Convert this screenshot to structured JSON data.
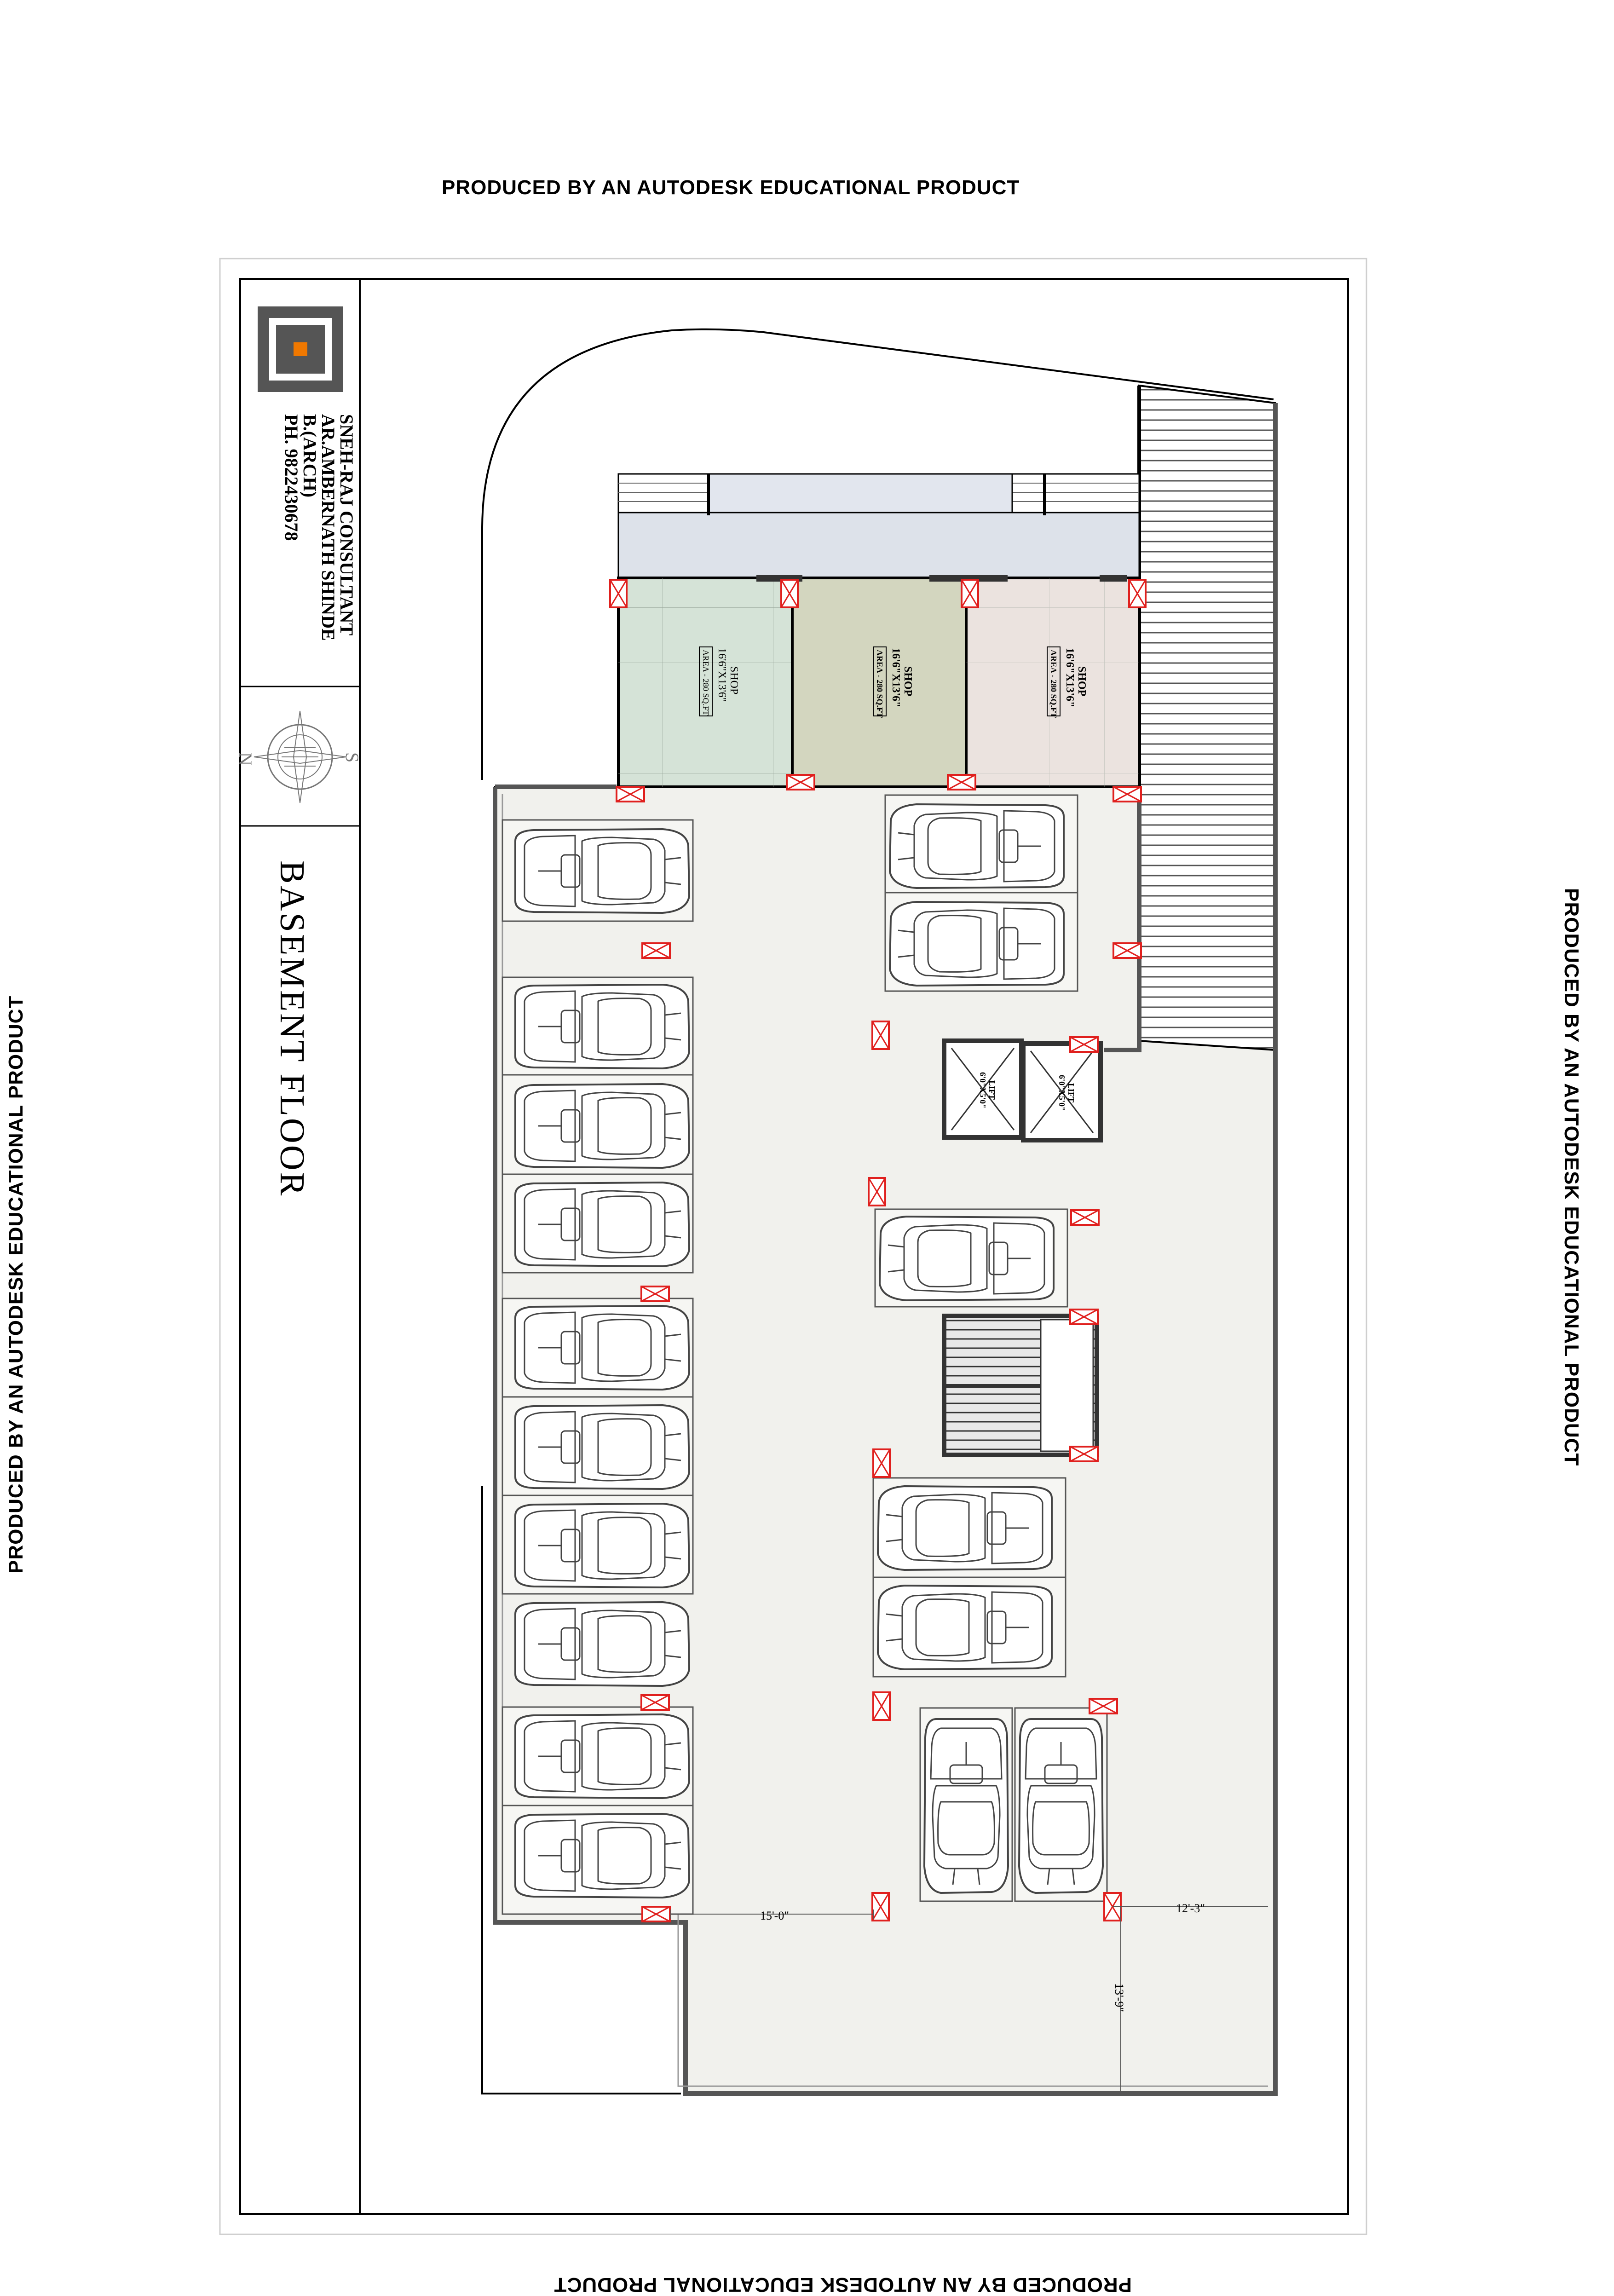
{
  "watermarks": {
    "top": "PRODUCED BY AN AUTODESK EDUCATIONAL PRODUCT",
    "bottom": "PRODUCED BY AN AUTODESK EDUCATIONAL PRODUCT",
    "left": "PRODUCED BY AN AUTODESK EDUCATIONAL PRODUCT",
    "right": "PRODUCED BY AN AUTODESK EDUCATIONAL PRODUCT"
  },
  "title_block": {
    "firm_lines": [
      "SNEH-RAJ CONSULTANT",
      "AR.AMBERNATH SHINDE",
      "B.(ARCH)",
      "PH. 9822430678"
    ],
    "compass_letters": {
      "n": "N",
      "s": "S"
    },
    "drawing_title": "BASEMENT FLOOR"
  },
  "shops": [
    {
      "name": "SHOP",
      "size": "16'6\"X13'6\"",
      "area": "AREA - 280 SQ.FT"
    },
    {
      "name": "SHOP",
      "size": "16'6\"X13'6\"",
      "area": "AREA - 280 SQ.FT"
    },
    {
      "name": "SHOP",
      "size": "16'6\"X13'6\"",
      "area": "AREA - 280 SQ.FT"
    }
  ],
  "lifts": [
    {
      "name": "LIFT",
      "size": "6'0\"X5'0\""
    },
    {
      "name": "LIFT",
      "size": "6'0\"X5'0\""
    }
  ],
  "dimensions": {
    "bottom_left": "15'-0\"",
    "bottom_right": "12'-3\"",
    "vertical": "13'-9\""
  },
  "colors": {
    "shop1": "#d5e3d7",
    "shop2": "#d3d6bf",
    "shop3": "#ebe3df",
    "floor": "#f1f1ed",
    "column": "#e0201e",
    "logo_accent": "#f07800"
  }
}
